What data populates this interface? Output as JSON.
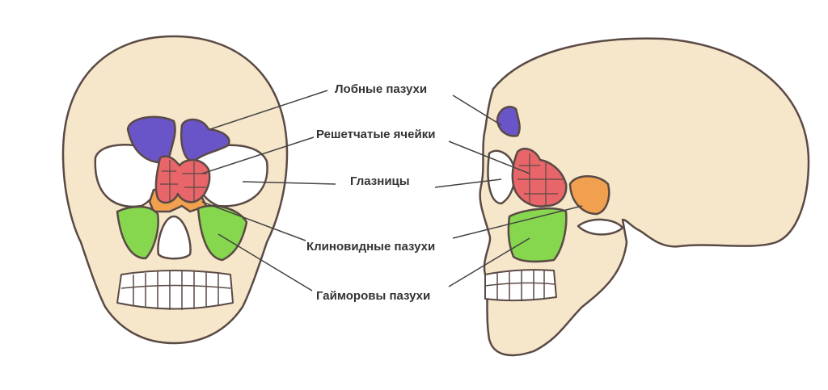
{
  "labels": {
    "frontal": "Лобные пазухи",
    "ethmoid": "Решетчатые ячейки",
    "orbits": "Глазницы",
    "sphenoid": "Клиновидные пазухи",
    "maxillary": "Гайморовы пазухи"
  },
  "colors": {
    "bone": "#f6e7cb",
    "outline": "#5a4a45",
    "frontal": "#6a55c8",
    "ethmoid": "#e8666a",
    "sphenoid": "#f0a04e",
    "maxillary": "#86d64e"
  }
}
